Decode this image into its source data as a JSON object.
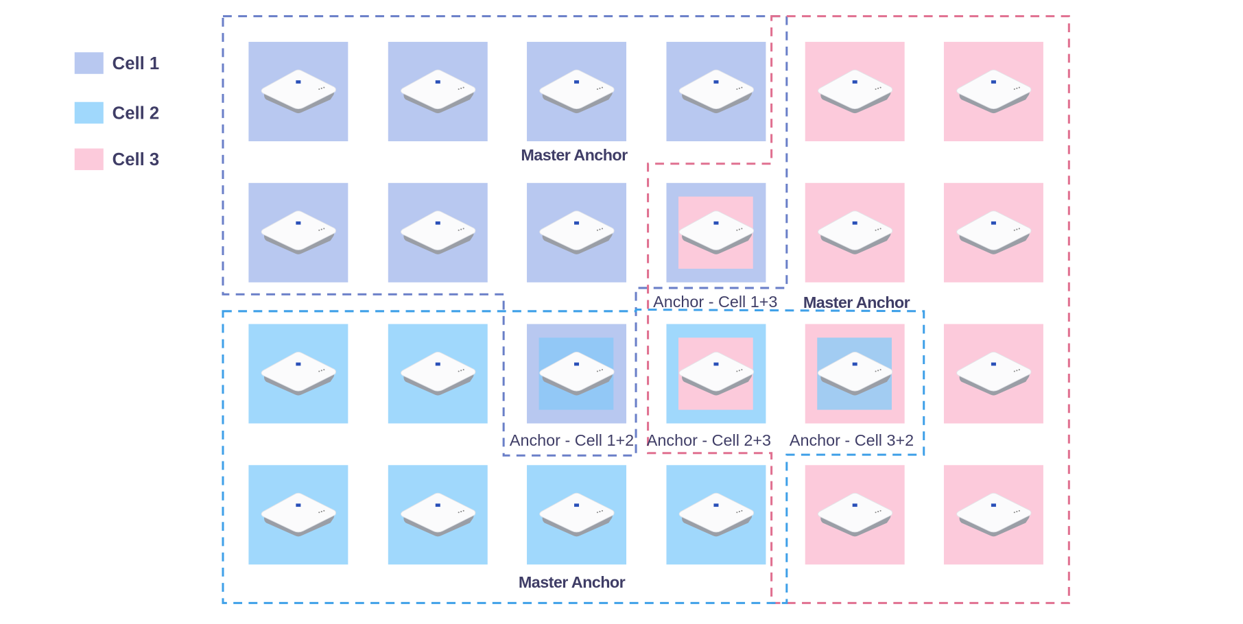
{
  "colors": {
    "cell1": "#b8c8f0",
    "cell2": "#a0d8fc",
    "cell3": "#fccadb",
    "cell2_inner": "#92c8f6",
    "cell2_inner_alt": "#a2ccf2",
    "border_cell1": "#6a7fc8",
    "border_cell2": "#3fa0e8",
    "border_cell3": "#e07090",
    "text": "#3f3d66"
  },
  "legend": [
    {
      "label": "Cell 1",
      "cell": "cell1"
    },
    {
      "label": "Cell 2",
      "cell": "cell2"
    },
    {
      "label": "Cell 3",
      "cell": "cell3"
    }
  ],
  "grid": [
    [
      {
        "cell": "cell1"
      },
      {
        "cell": "cell1"
      },
      {
        "cell": "cell1"
      },
      {
        "cell": "cell1"
      },
      {
        "cell": "cell3"
      },
      {
        "cell": "cell3"
      }
    ],
    [
      {
        "cell": "cell1"
      },
      {
        "cell": "cell1"
      },
      {
        "cell": "cell1"
      },
      {
        "cell": "cell1",
        "inner": "cell3"
      },
      {
        "cell": "cell3"
      },
      {
        "cell": "cell3"
      }
    ],
    [
      {
        "cell": "cell2"
      },
      {
        "cell": "cell2"
      },
      {
        "cell": "cell1",
        "inner": "cell2_inner"
      },
      {
        "cell": "cell2",
        "inner": "cell3"
      },
      {
        "cell": "cell3",
        "inner": "cell2_inner_alt"
      },
      {
        "cell": "cell3"
      }
    ],
    [
      {
        "cell": "cell2"
      },
      {
        "cell": "cell2"
      },
      {
        "cell": "cell2"
      },
      {
        "cell": "cell2"
      },
      {
        "cell": "cell3"
      },
      {
        "cell": "cell3"
      }
    ]
  ],
  "labels": {
    "master_cell1": "Master Anchor",
    "master_cell3": "Master Anchor",
    "master_cell2": "Master Anchor",
    "anchor_1_3": "Anchor - Cell 1+3",
    "anchor_1_2": "Anchor - Cell 1+2",
    "anchor_2_3": "Anchor - Cell 2+3",
    "anchor_3_2": "Anchor - Cell 3+2"
  }
}
